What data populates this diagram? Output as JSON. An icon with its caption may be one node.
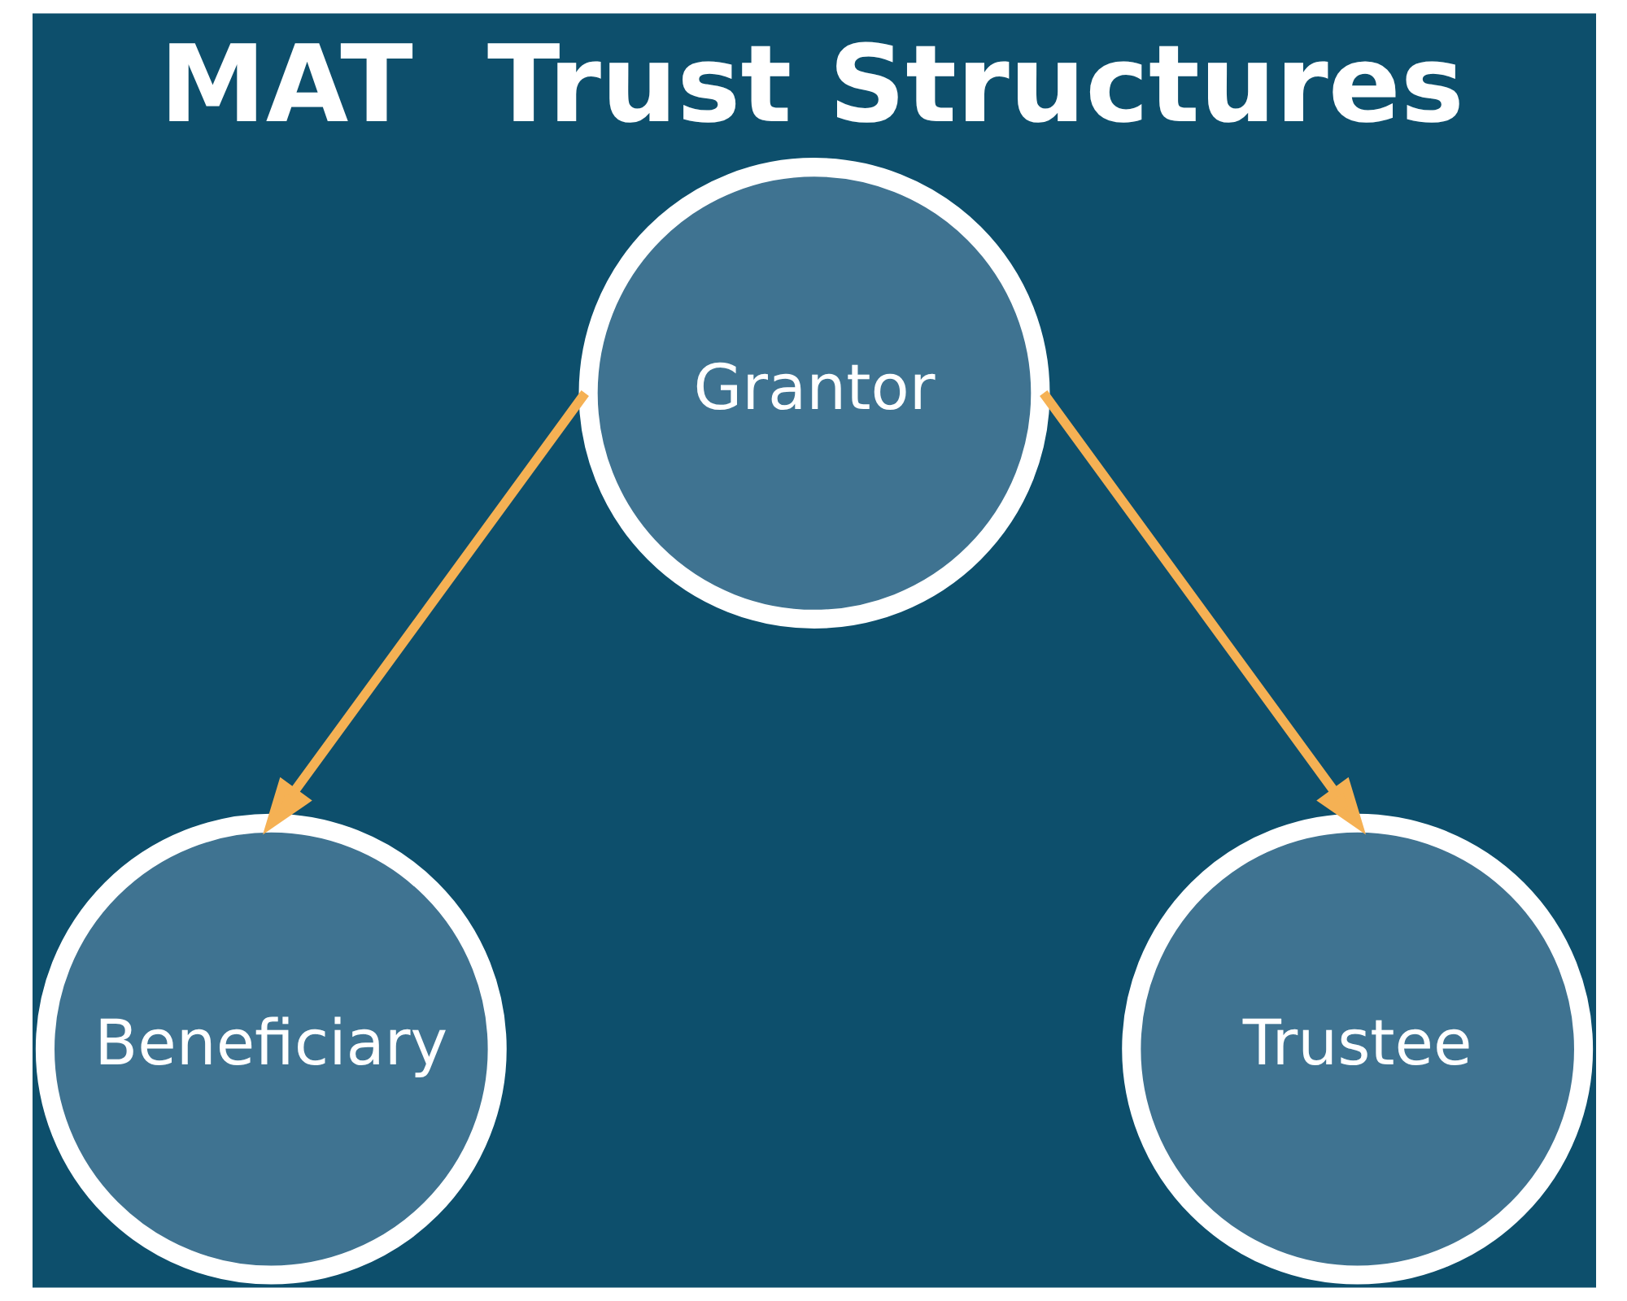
{
  "diagram": {
    "title": "MAT  Trust Structures",
    "nodes": [
      {
        "text": [
          "Grantor"
        ]
      },
      {
        "text": [
          "Beneficiary"
        ]
      },
      {
        "text": [
          "Trustee"
        ]
      }
    ],
    "edges": [
      {
        "from": 0,
        "to": 1,
        "arrow": "to"
      },
      {
        "from": 0,
        "to": 2,
        "arrow": "to"
      }
    ]
  }
}
